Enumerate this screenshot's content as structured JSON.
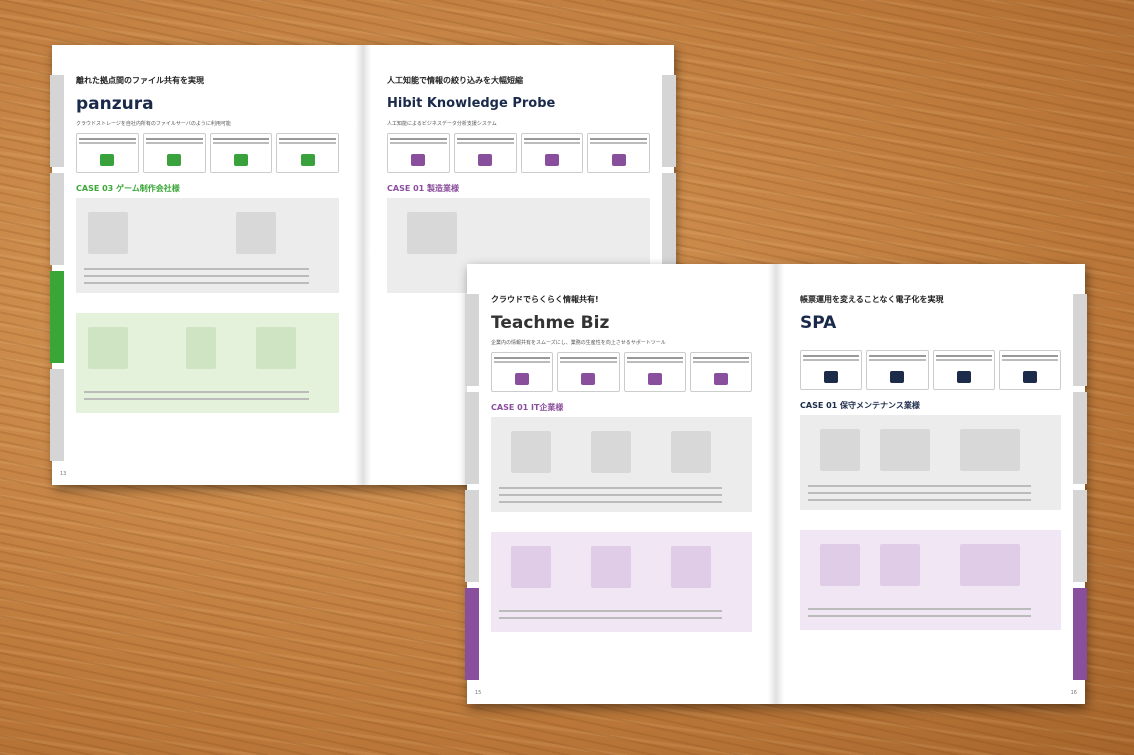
{
  "brochure": {
    "back_spread": {
      "left_page": {
        "heading": "離れた拠点間のファイル共有を実現",
        "logo": "panzura",
        "subtitle": "クラウドストレージを自社内所有のファイルサーバのように利用可能",
        "case_label": "CASE 03 ゲーム制作会社様",
        "page_number": "13"
      },
      "right_page": {
        "heading": "人工知能で情報の絞り込みを大幅短縮",
        "logo": "Hibit Knowledge Probe",
        "subtitle": "人工知能によるビジネスデータ分析支援システム",
        "case_label": "CASE 01 製造業様"
      }
    },
    "front_spread": {
      "left_page": {
        "heading": "クラウドでらくらく情報共有!",
        "logo": "Teachme Biz",
        "subtitle": "企業内の情報共有をスムーズにし、業務の生産性を向上させるサポートツール",
        "case_label": "CASE 01 IT企業様",
        "page_number": "15"
      },
      "right_page": {
        "heading": "帳票運用を変えることなく電子化を実現",
        "logo": "SPA",
        "case_label": "CASE 01 保守メンテナンス業様",
        "page_number": "16"
      }
    }
  },
  "colors": {
    "wood": "#c98a4a",
    "panzura_green": "#3aa637",
    "teachme_purple": "#8a4f9c",
    "spa_navy": "#1c2b4a"
  }
}
